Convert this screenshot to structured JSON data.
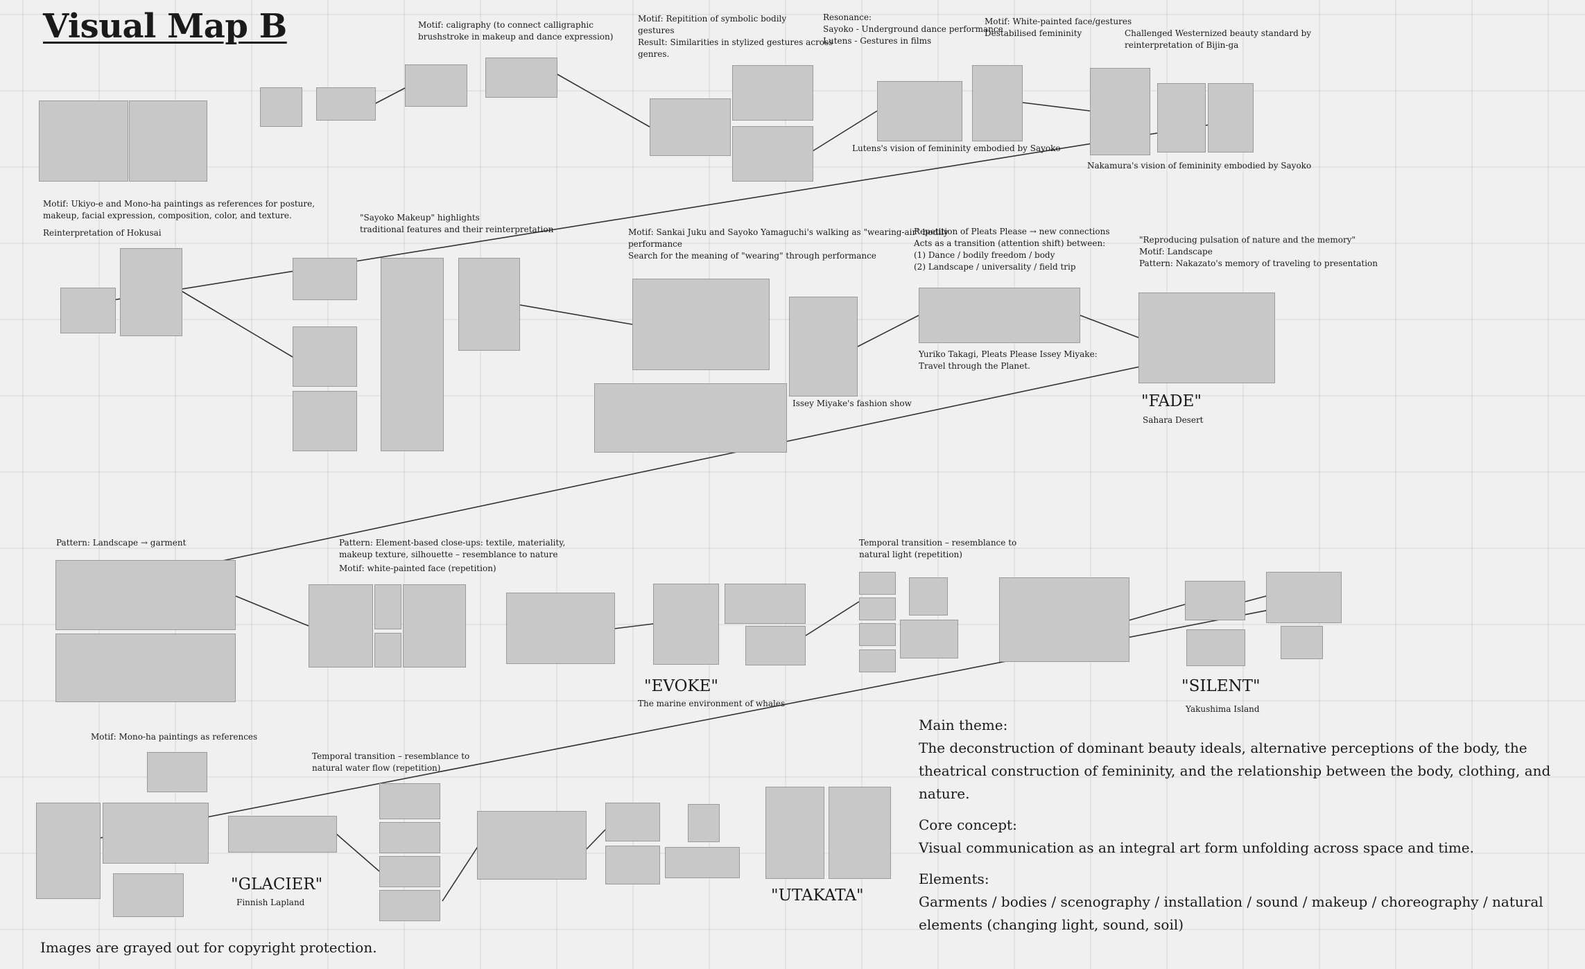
{
  "title": "Visual Map B",
  "labels": {
    "calligraphy": [
      "Motif: caligraphy (to connect calligraphic",
      "brushstroke in makeup and dance expression)"
    ],
    "repetition_gestures": [
      "Motif: Repitition of symbolic bodily",
      "gestures",
      "Result: Similarities in stylized gestures across",
      "genres."
    ],
    "resonance": [
      "Resonance:",
      "Sayoko - Underground dance performance",
      "Lutens - Gestures in films"
    ],
    "white_painted": [
      "Motif: White-painted face/gestures",
      "Destabilised femininity"
    ],
    "bijinga": [
      "Challenged Westernized beauty standard by",
      "reinterpretation of Bijin-ga"
    ],
    "lutens_vision": "Lutens's vision of femininity embodied by Sayoko",
    "nakamura_vision": "Nakamura's vision of femininity embodied by Sayoko",
    "ukiyoe": [
      "Motif: Ukiyo-e and Mono-ha paintings as references for posture,",
      "makeup, facial expression, composition, color, and texture.",
      "",
      "Reinterpretation of Hokusai"
    ],
    "sayoko_makeup": [
      "\"Sayoko Makeup\" highlights",
      "traditional features and their reinterpretation"
    ],
    "sankai": [
      "Motif: Sankai Juku and Sayoko Yamaguchi's walking as \"wearing-air\" bodily",
      "performance",
      "Search for the meaning of \"wearing\" through performance"
    ],
    "pleats": [
      "Repetition of Pleats Please → new connections",
      "Acts as a transition (attention shift) between:",
      "(1) Dance / bodily freedom / body",
      "(2) Landscape / universality / field trip"
    ],
    "reproducing": [
      "\"Reproducing pulsation of nature and the memory\"",
      "Motif: Landscape",
      "Pattern: Nakazato's memory of traveling to presentation"
    ],
    "issey_show": "Issey Miyake's fashion show",
    "yuriko": [
      "Yuriko Takagi, Pleats Please Issey Miyake:",
      "Travel through the Planet."
    ],
    "landscape_garment": "Pattern: Landscape → garment",
    "element_closeups": [
      "Pattern: Element-based close-ups: textile, materiality,",
      "makeup texture, silhouette –  resemblance to nature",
      "Motif: white-painted face (repetition)"
    ],
    "temporal_light": [
      "Temporal transition – resemblance to",
      "natural light (repetition)"
    ],
    "monoha": "Motif:  Mono-ha paintings as references",
    "temporal_water": [
      "Temporal transition – resemblance to",
      "natural water flow (repetition)"
    ]
  },
  "works": [
    {
      "name": "\"FADE\"",
      "location": "Sahara Desert"
    },
    {
      "name": "\"EVOKE\"",
      "location": "The marine environment of whales"
    },
    {
      "name": "\"SILENT\"",
      "location": "Yakushima Island"
    },
    {
      "name": "\"GLACIER\"",
      "location": "Finnish Lapland"
    },
    {
      "name": "\"UTAKATA\"",
      "location": ""
    }
  ],
  "theme": {
    "main_heading": "Main theme:",
    "main_text": "The deconstruction of dominant beauty ideals, alternative perceptions of the body, the theatrical construction of femininity, and the relationship between the body, clothing, and nature.",
    "core_heading": "Core concept:",
    "core_text": "Visual communication as an integral art form unfolding across space and time.",
    "elements_heading": "Elements:",
    "elements_text": "Garments / bodies / scenography / installation / sound / makeup / choreography / natural elements (changing light, sound, soil)"
  },
  "note": "Images are grayed out for copyright protection.",
  "colors": {
    "background": "#f0f0f0",
    "placeholder": "#c8c8c8",
    "line": "#333333",
    "text": "#1a1a1a"
  }
}
